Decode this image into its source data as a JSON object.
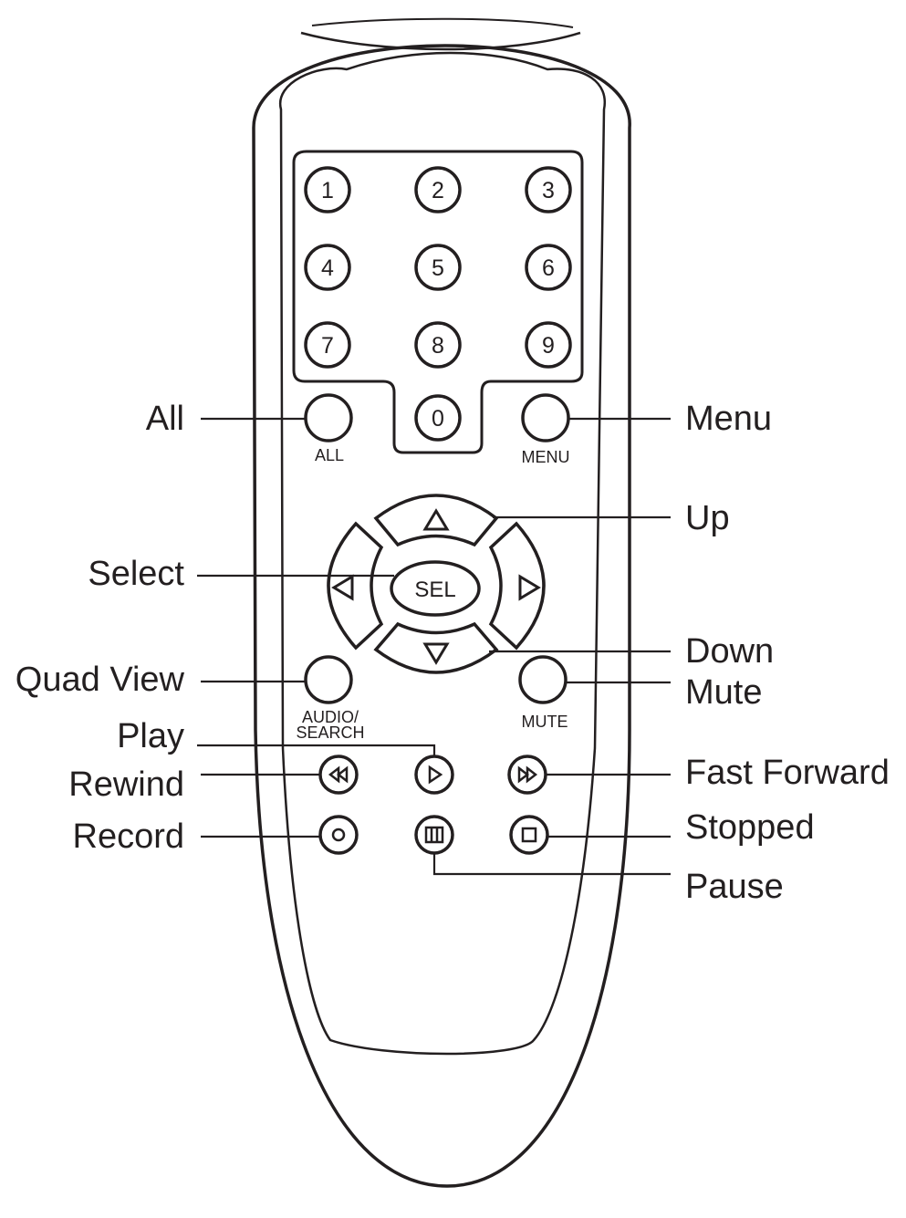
{
  "keypad": {
    "digits": [
      "1",
      "2",
      "3",
      "4",
      "5",
      "6",
      "7",
      "8",
      "9",
      "0"
    ]
  },
  "button_labels": {
    "all": "ALL",
    "menu": "MENU",
    "select": "SEL",
    "audio_line1": "AUDIO/",
    "audio_line2": "SEARCH",
    "mute": "MUTE"
  },
  "callouts": {
    "all": "All",
    "menu": "Menu",
    "up": "Up",
    "select": "Select",
    "down": "Down",
    "quad_view": "Quad View",
    "mute": "Mute",
    "play": "Play",
    "rewind": "Rewind",
    "fast_forward": "Fast Forward",
    "record": "Record",
    "stopped": "Stopped",
    "pause": "Pause"
  },
  "colors": {
    "ink": "#231f20",
    "background": "#ffffff"
  }
}
